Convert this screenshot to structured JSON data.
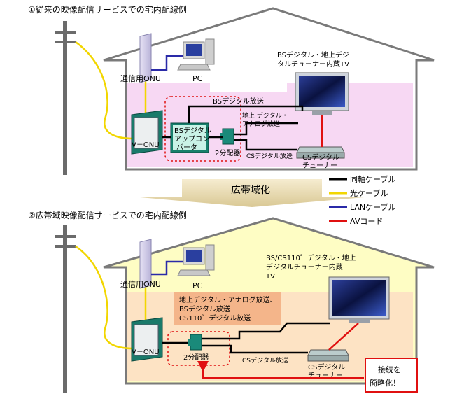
{
  "top": {
    "heading": "①従来の映像配信サービスでの宅内配線例",
    "onu_label": "通信用ONU",
    "pc_label": "PC",
    "tv_label": [
      "BSデジタル・地上デジ",
      "タルチューナー内蔵TV"
    ],
    "vonu_label": "V－ONU",
    "converter_label": [
      "BSデジタル",
      "アップコン",
      "バータ"
    ],
    "splitter_label": "2分配器",
    "bs_broadcast": "BSデジタル放送",
    "terrestrial": [
      "地上 デジタル・",
      "アナログ放送"
    ],
    "cs_broadcast": "CSデジタル放送",
    "cs_tuner": [
      "CSデジタル",
      "チューナー"
    ]
  },
  "arrow_label": "広帯域化",
  "legend": [
    {
      "label": "同軸ケーブル",
      "color": "#000000"
    },
    {
      "label": "光ケーブル",
      "color": "#f2d600"
    },
    {
      "label": "LANケーブル",
      "color": "#2a2aa8"
    },
    {
      "label": "AVコード",
      "color": "#e01010"
    }
  ],
  "bottom": {
    "heading": "②広帯域映像配信サービスでの宅内配線例",
    "onu_label": "通信用ONU",
    "pc_label": "PC",
    "tv_label": [
      "BS/CS110゜デジタル・地上",
      "デジタルチューナー内蔵",
      "TV"
    ],
    "broadcast_box": [
      "地上デジタル・アナログ放送、",
      "BSデジタル放送",
      "CS110゜デジタル放送"
    ],
    "vonu_label": "V－ONU",
    "splitter_label": "2分配器",
    "cs_broadcast": "CSデジタル放送",
    "cs_tuner": [
      "CSデジタル",
      "チューナー"
    ],
    "callout": [
      "接続を",
      "簡略化！"
    ]
  }
}
